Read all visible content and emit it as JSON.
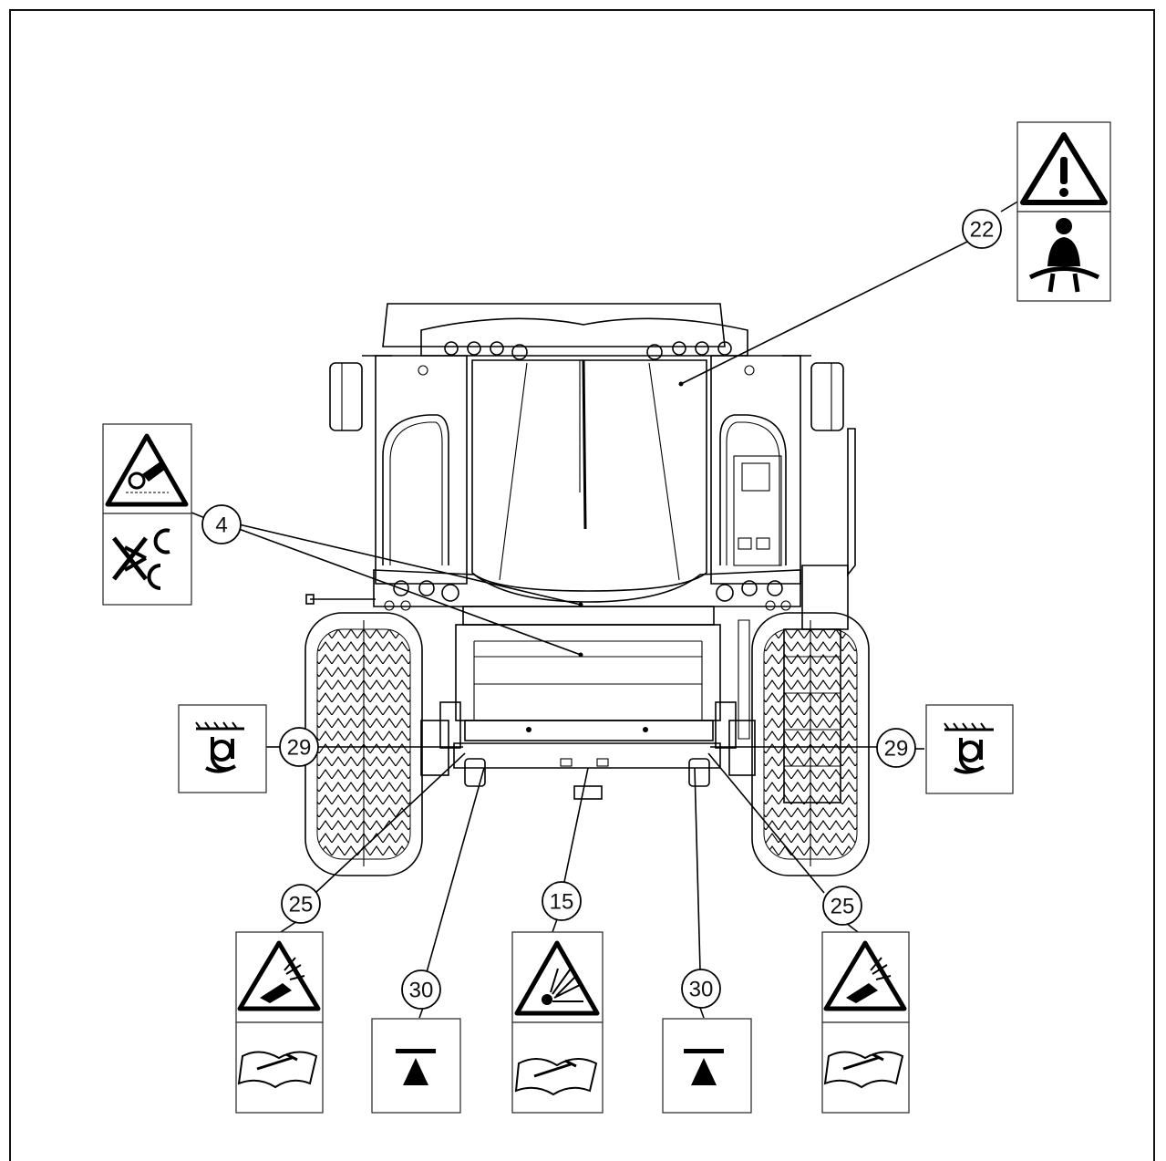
{
  "callouts": {
    "c4": "4",
    "c15": "15",
    "c22": "22",
    "c25_left": "25",
    "c25_right": "25",
    "c29_left": "29",
    "c29_right": "29",
    "c30_left": "30",
    "c30_right": "30"
  },
  "decals": [
    {
      "callout": "22",
      "symbols": [
        "warning-icon",
        "seatbelt-operator-icon"
      ]
    },
    {
      "callout": "4",
      "symbols": [
        "entanglement-warning-icon",
        "no-rotating-parts-icon"
      ]
    },
    {
      "callout": "29",
      "symbols": [
        "lifting-point-icon"
      ]
    },
    {
      "callout": "25",
      "symbols": [
        "high-pressure-fluid-warning-icon",
        "read-manual-icon"
      ]
    },
    {
      "callout": "30",
      "symbols": [
        "jack-point-icon"
      ]
    },
    {
      "callout": "15",
      "symbols": [
        "explosion-warning-icon",
        "read-manual-icon"
      ]
    }
  ],
  "colors": {
    "line": "#000000",
    "background": "#ffffff"
  }
}
